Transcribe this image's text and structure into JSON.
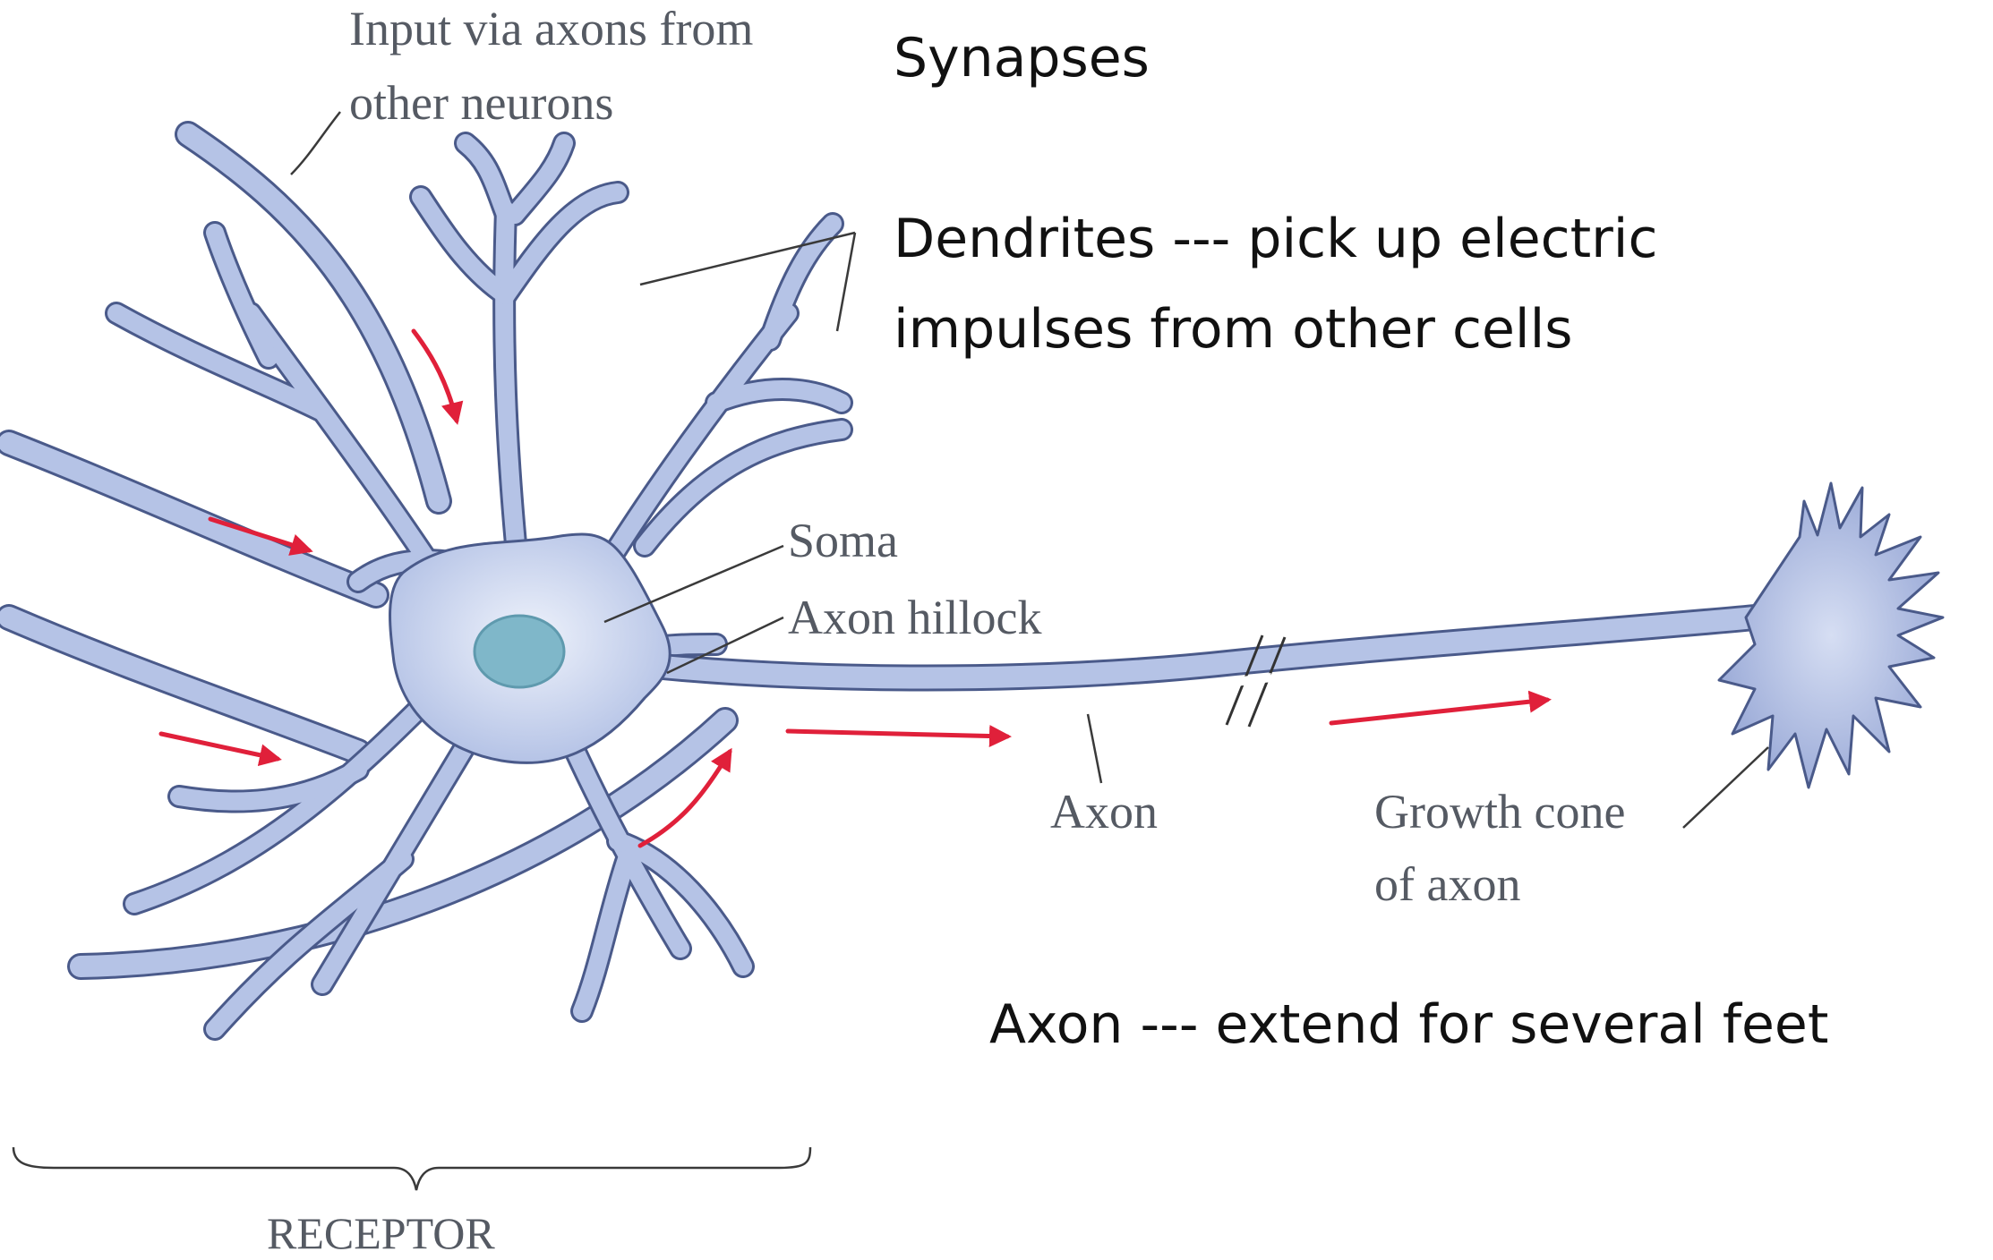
{
  "labels": {
    "input_line1": "Input via axons from",
    "input_line2": "other neurons",
    "synapses": "Synapses",
    "dendrites_line1": "Dendrites --- pick up electric",
    "dendrites_line2": "impulses from other cells",
    "soma": "Soma",
    "axon_hillock": "Axon hillock",
    "axon": "Axon",
    "growth_cone_line1": "Growth cone",
    "growth_cone_line2": "of axon",
    "axon_note": "Axon --- extend for several feet",
    "receptor": "RECEPTOR"
  },
  "colors": {
    "neuron_fill": "#b5c3e6",
    "neuron_outline": "#4a5a8a",
    "nucleus": "#7fb7c9",
    "signal_arrow": "#e0203a"
  }
}
